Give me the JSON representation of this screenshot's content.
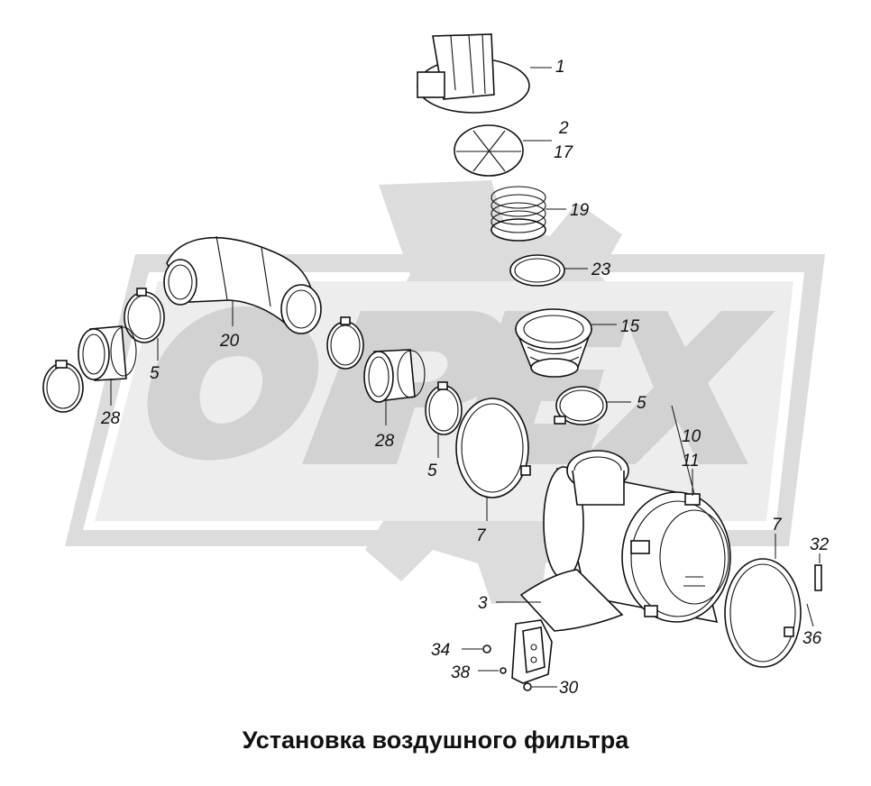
{
  "caption": "Установка воздушного фильтра",
  "watermark": {
    "text": "OPEX",
    "color": "#dcdcdc"
  },
  "callouts": {
    "c1": "1",
    "c2": "2",
    "c17": "17",
    "c19": "19",
    "c23": "23",
    "c15": "15",
    "c5a": "5",
    "c5b": "5",
    "c5c": "5",
    "c20": "20",
    "c28a": "28",
    "c28b": "28",
    "c10": "10",
    "c11": "11",
    "c7a": "7",
    "c7b": "7",
    "c32": "32",
    "c36": "36",
    "c3": "3",
    "c34": "34",
    "c38": "38",
    "c30": "30"
  }
}
